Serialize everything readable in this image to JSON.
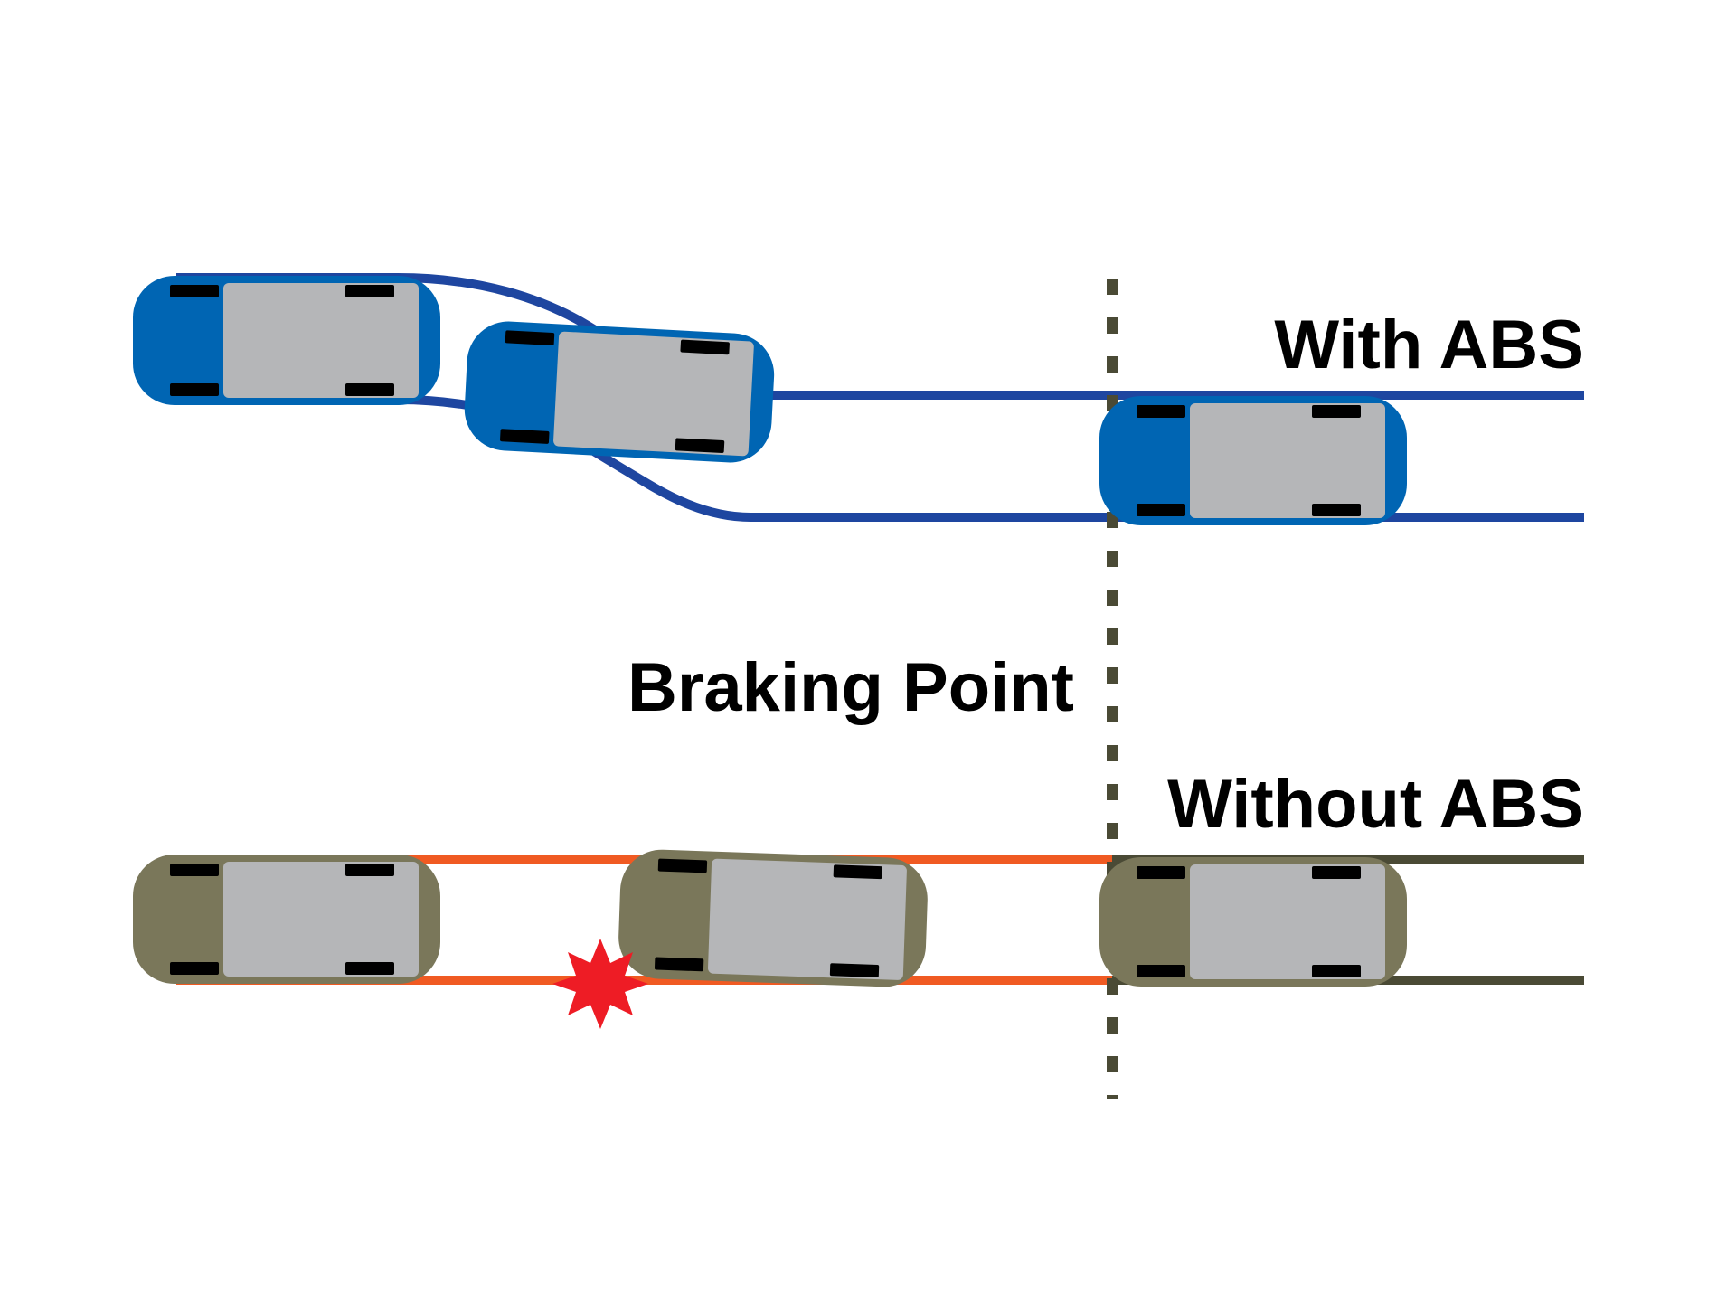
{
  "labels": {
    "with_abs": "With ABS",
    "braking_point": "Braking Point",
    "without_abs": "Without ABS"
  },
  "colors": {
    "background": "#ffffff",
    "abs_car_body": "#0065b3",
    "abs_track": "#1e46a0",
    "no_abs_car_body": "#7a775a",
    "no_abs_track_skid": "#f05a22",
    "no_abs_track_after": "#4a4a35",
    "car_roof": "#b5b6b8",
    "wheel": "#000000",
    "braking_line": "#4a4a35",
    "impact": "#ee1c25"
  },
  "icons": {
    "impact": "impact-burst-icon",
    "car": "car-top-view-icon"
  }
}
